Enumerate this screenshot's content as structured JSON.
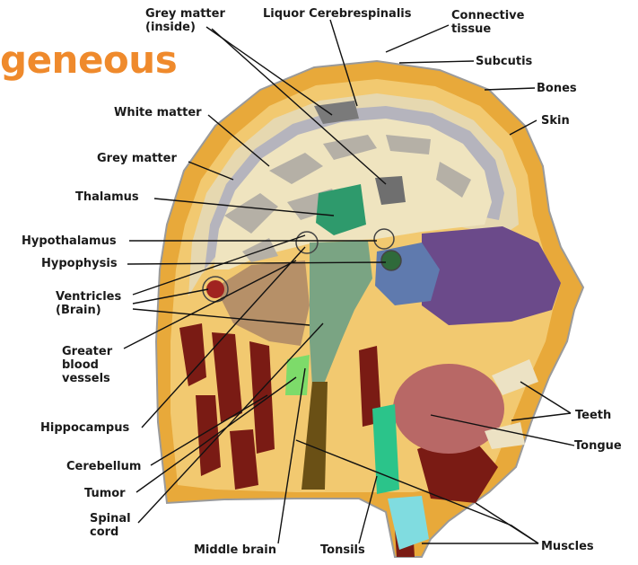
{
  "title": "geneous",
  "colors": {
    "title": "#ef8a2c",
    "outer_tissue": "#e8a93a",
    "subcutis": "#f2c970",
    "bone": "#e6d8b0",
    "white_matter": "#efe4bf",
    "grey_matter": "#b5b0a6",
    "csf": "#8d97c9",
    "thalamus": "#2e9a6c",
    "brainstem": "#7aa483",
    "cerebellum_brown": "#b69068",
    "ventricles": "#a02320",
    "muscle": "#7a1b14",
    "face_purple": "#6b4a8a",
    "sinus_blue": "#5f7aae",
    "tongue": "#b86866",
    "spinal_cord": "#6a5015",
    "tonsils": "#2bc48a",
    "tooth": "#ece2c4",
    "cyan_airway": "#80dce0"
  },
  "labels": {
    "grey_matter_inside": "Grey matter\n(inside)",
    "liquor": "Liquor Cerebrespinalis",
    "connective": "Connective\ntissue",
    "subcutis": "Subcutis",
    "bones": "Bones",
    "skin": "Skin",
    "white_matter": "White matter",
    "grey_matter": "Grey matter",
    "thalamus": "Thalamus",
    "hypothalamus": "Hypothalamus",
    "hypophysis": "Hypophysis",
    "ventricles": "Ventricles\n(Brain)",
    "greater_vessels": "Greater\nblood\nvessels",
    "hippocampus": "Hippocampus",
    "cerebellum": "Cerebellum",
    "tumor": "Tumor",
    "spinal_cord": "Spinal\ncord",
    "middle_brain": "Middle brain",
    "tonsils": "Tonsils",
    "muscles": "Muscles",
    "teeth": "Teeth",
    "tongue": "Tongue"
  }
}
